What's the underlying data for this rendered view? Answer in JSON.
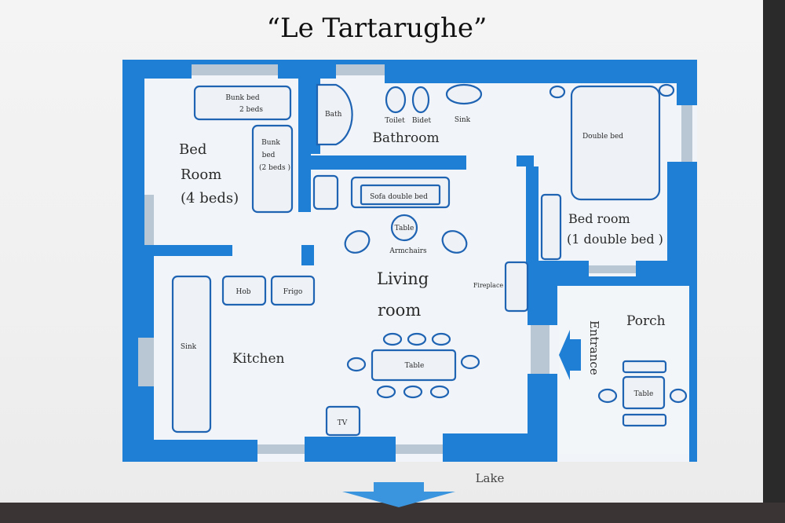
{
  "title": "“Le Tartarughe”",
  "rooms": {
    "bedroom_4": {
      "line1": "Bed",
      "line2": "Room",
      "line3": "(4 beds)"
    },
    "bathroom": "Bathroom",
    "bedroom_double": {
      "line1": "Bed room",
      "line2": "(1 double bed )"
    },
    "living": {
      "line1": "Living",
      "line2": "room"
    },
    "kitchen": "Kitchen",
    "porch": "Porch"
  },
  "furniture": {
    "bunk_bed_top": {
      "line1": "Bunk bed",
      "line2": "2 beds"
    },
    "bunk_bed_side": {
      "line1": "Bunk",
      "line2": "bed",
      "line3": "(2 beds )"
    },
    "bath": "Bath",
    "toilet": "Toilet",
    "bidet": "Bidet",
    "sink_bathroom": "Sink",
    "double_bed": "Double bed",
    "sofa": "Sofa double bed",
    "table_small": "Table",
    "armchairs": "Armchairs",
    "hob": "Hob",
    "frigo": "Frigo",
    "sink_kitchen": "Sink",
    "fireplace": "Fireplace",
    "dining_table": "Table",
    "tv": "TV",
    "porch_table": "Table"
  },
  "entrance": "Entrance",
  "lake": "Lake",
  "colors": {
    "wall": "#1f7fd4",
    "furniture_stroke": "#1f63b3",
    "window": "#b9c6d3"
  }
}
